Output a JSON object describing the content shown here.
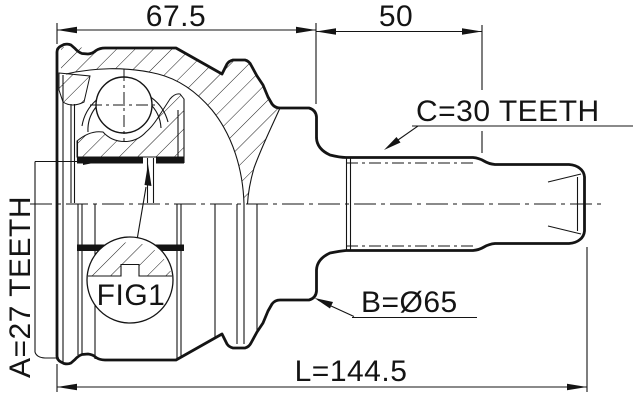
{
  "drawing": {
    "title_context": "cv-joint-technical-drawing",
    "background": "#ffffff",
    "line_color": "#141414",
    "labels": {
      "dim_bell_width": "67.5",
      "dim_spline_width": "50",
      "spline_c": "C=30 TEETH",
      "spline_a": "A=27 TEETH",
      "diameter_b": "B=Ø65",
      "total_length": "L=144.5",
      "figure": "FIG1"
    }
  }
}
